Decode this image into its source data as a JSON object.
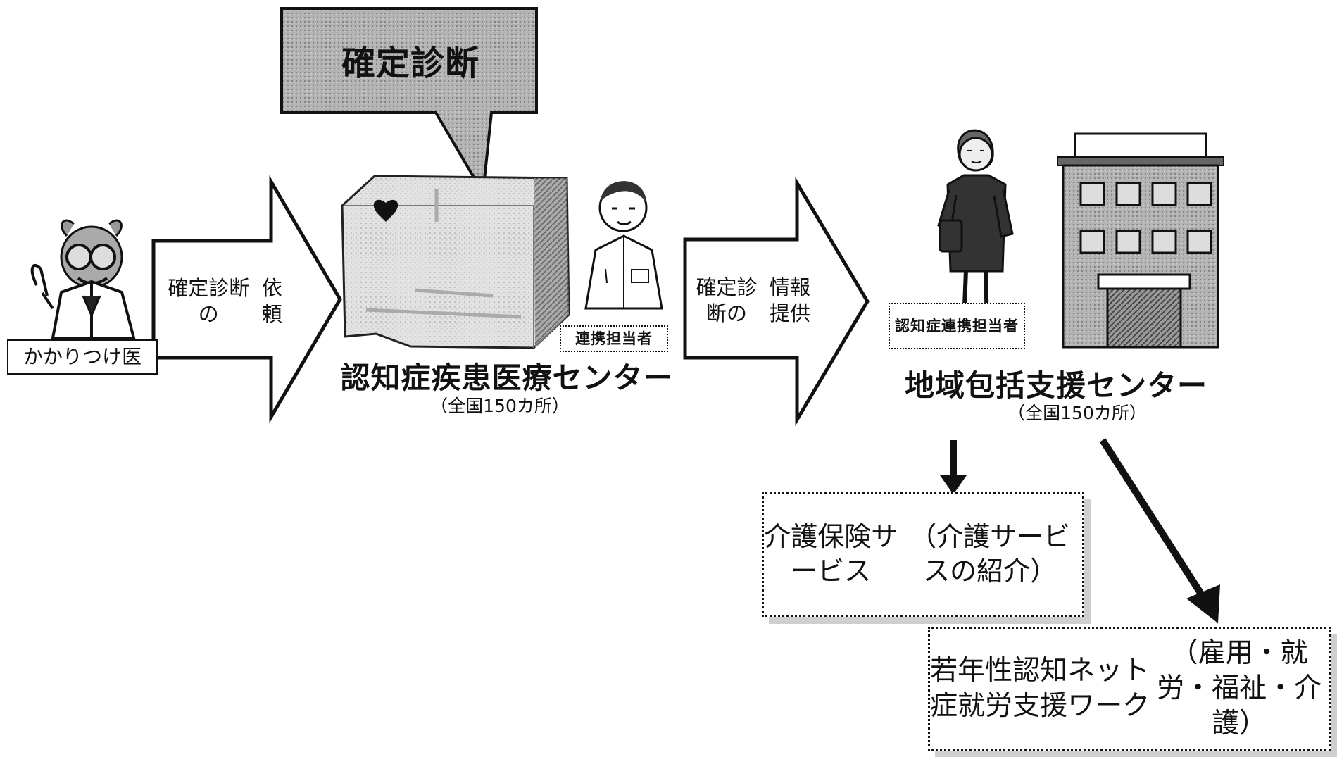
{
  "diagram": {
    "top_callout": "確定診断",
    "doctor_label": "かかりつけ医",
    "arrow_referral": {
      "line1": "確定診断の",
      "line2": "依頼"
    },
    "medical_center": {
      "name": "認知症疾患医療センター",
      "count": "（全国150カ所）",
      "staff_label": "連携担当者"
    },
    "arrow_information": {
      "line1": "確定診断の",
      "line2": "情報提供"
    },
    "support_center": {
      "staff_label_line1": "認知症",
      "staff_label_line2": "連携担当者",
      "name": "地域包括支援センター",
      "count": "（全国150カ所）"
    },
    "care_service": {
      "title": "介護保険サービス",
      "subtitle": "（介護サービスの紹介）"
    },
    "employment_network": {
      "line1": "若年性認知症就労支援",
      "line2": "ネットワーク",
      "line3": "（雇用・就労・福祉・介護）"
    }
  },
  "icons": {
    "doctor": "doctor-icon",
    "hospital": "hospital-building-icon",
    "coordinator": "coordinator-person-icon",
    "support_staff": "support-staff-person-icon",
    "support_building": "support-center-building-icon",
    "heart": "heart-icon"
  },
  "colors": {
    "ink": "#111111",
    "gray_fill": "#a7a7a7",
    "light_gray_fill": "#d8d8d8",
    "white": "#ffffff"
  }
}
